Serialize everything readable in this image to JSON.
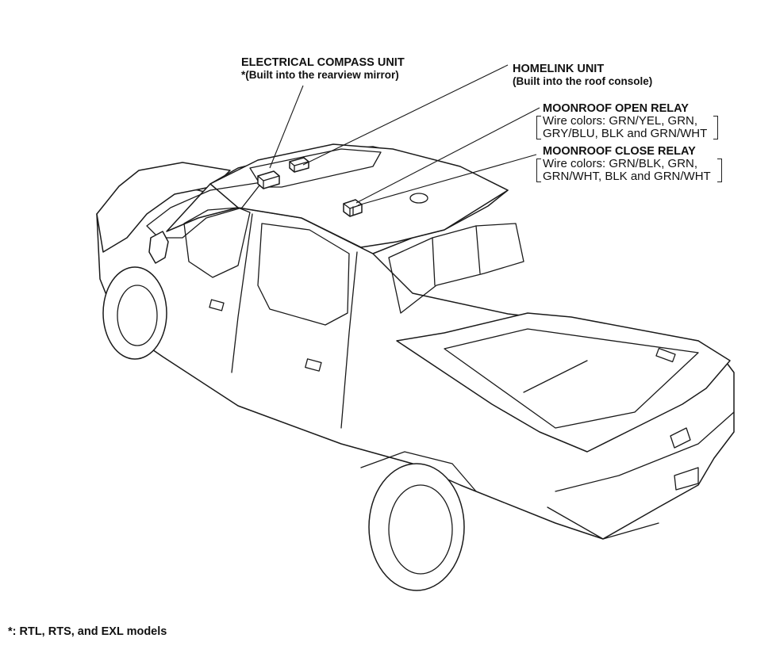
{
  "labels": {
    "compass": {
      "title": "ELECTRICAL COMPASS UNIT",
      "sub": "*(Built into the rearview mirror)"
    },
    "homelink": {
      "title": "HOMELINK UNIT",
      "sub": "(Built into the roof console)"
    },
    "open_relay": {
      "title": "MOONROOF OPEN RELAY",
      "wires": [
        "Wire colors: GRN/YEL, GRN,",
        "GRY/BLU, BLK and GRN/WHT"
      ]
    },
    "close_relay": {
      "title": "MOONROOF CLOSE RELAY",
      "wires": [
        "Wire colors: GRN/BLK, GRN,",
        "GRN/WHT, BLK and GRN/WHT"
      ]
    }
  },
  "footnote": "*: RTL, RTS, and EXL models"
}
